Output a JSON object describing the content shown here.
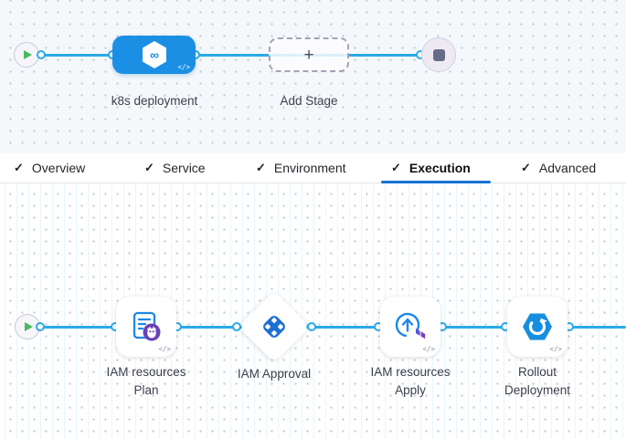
{
  "colors": {
    "pipe_blue": "#2BAAE8",
    "stage_blue": "#1B8FE4",
    "tab_underline_blue": "#1373D0",
    "play_green": "#4BB960",
    "end_square_slate": "#666B86",
    "approval_blue": "#1D6FD2",
    "doc_blue": "#1E88E5",
    "plan_badge_purple": "#6B41B8",
    "terraform_purple": "#7B42BC",
    "rollout_hex_blue": "#168EE0"
  },
  "stage_pipeline": {
    "start_node": {
      "icon": "play-icon"
    },
    "stage": {
      "label": "k8s deployment",
      "icon": "cd-hexagon-infinity-icon",
      "infinity_glyph": "∞",
      "code_glyph": "</>"
    },
    "add_stage": {
      "label": "Add Stage",
      "plus_glyph": "+"
    },
    "end_node": {
      "icon": "stop-icon"
    }
  },
  "tabs": {
    "check_glyph": "✓",
    "active_tab": "Execution",
    "items": [
      {
        "label": "Overview",
        "checked": true,
        "active": false
      },
      {
        "label": "Service",
        "checked": true,
        "active": false
      },
      {
        "label": "Environment",
        "checked": true,
        "active": false
      },
      {
        "label": "Execution",
        "checked": true,
        "active": true
      },
      {
        "label": "Advanced",
        "checked": true,
        "active": false
      }
    ]
  },
  "execution_pipeline": {
    "start_node": {
      "icon": "play-icon"
    },
    "steps": [
      {
        "line1": "IAM resources",
        "line2": "Plan",
        "icon": "terraform-plan-icon",
        "code_glyph": "</>"
      },
      {
        "line1": "IAM Approval",
        "line2": "",
        "icon": "approval-icon"
      },
      {
        "line1": "IAM resources",
        "line2": "Apply",
        "icon": "terraform-apply-icon",
        "code_glyph": "</>"
      },
      {
        "line1": "Rollout",
        "line2": "Deployment",
        "icon": "rollout-deployment-icon",
        "code_glyph": "</>"
      }
    ]
  }
}
